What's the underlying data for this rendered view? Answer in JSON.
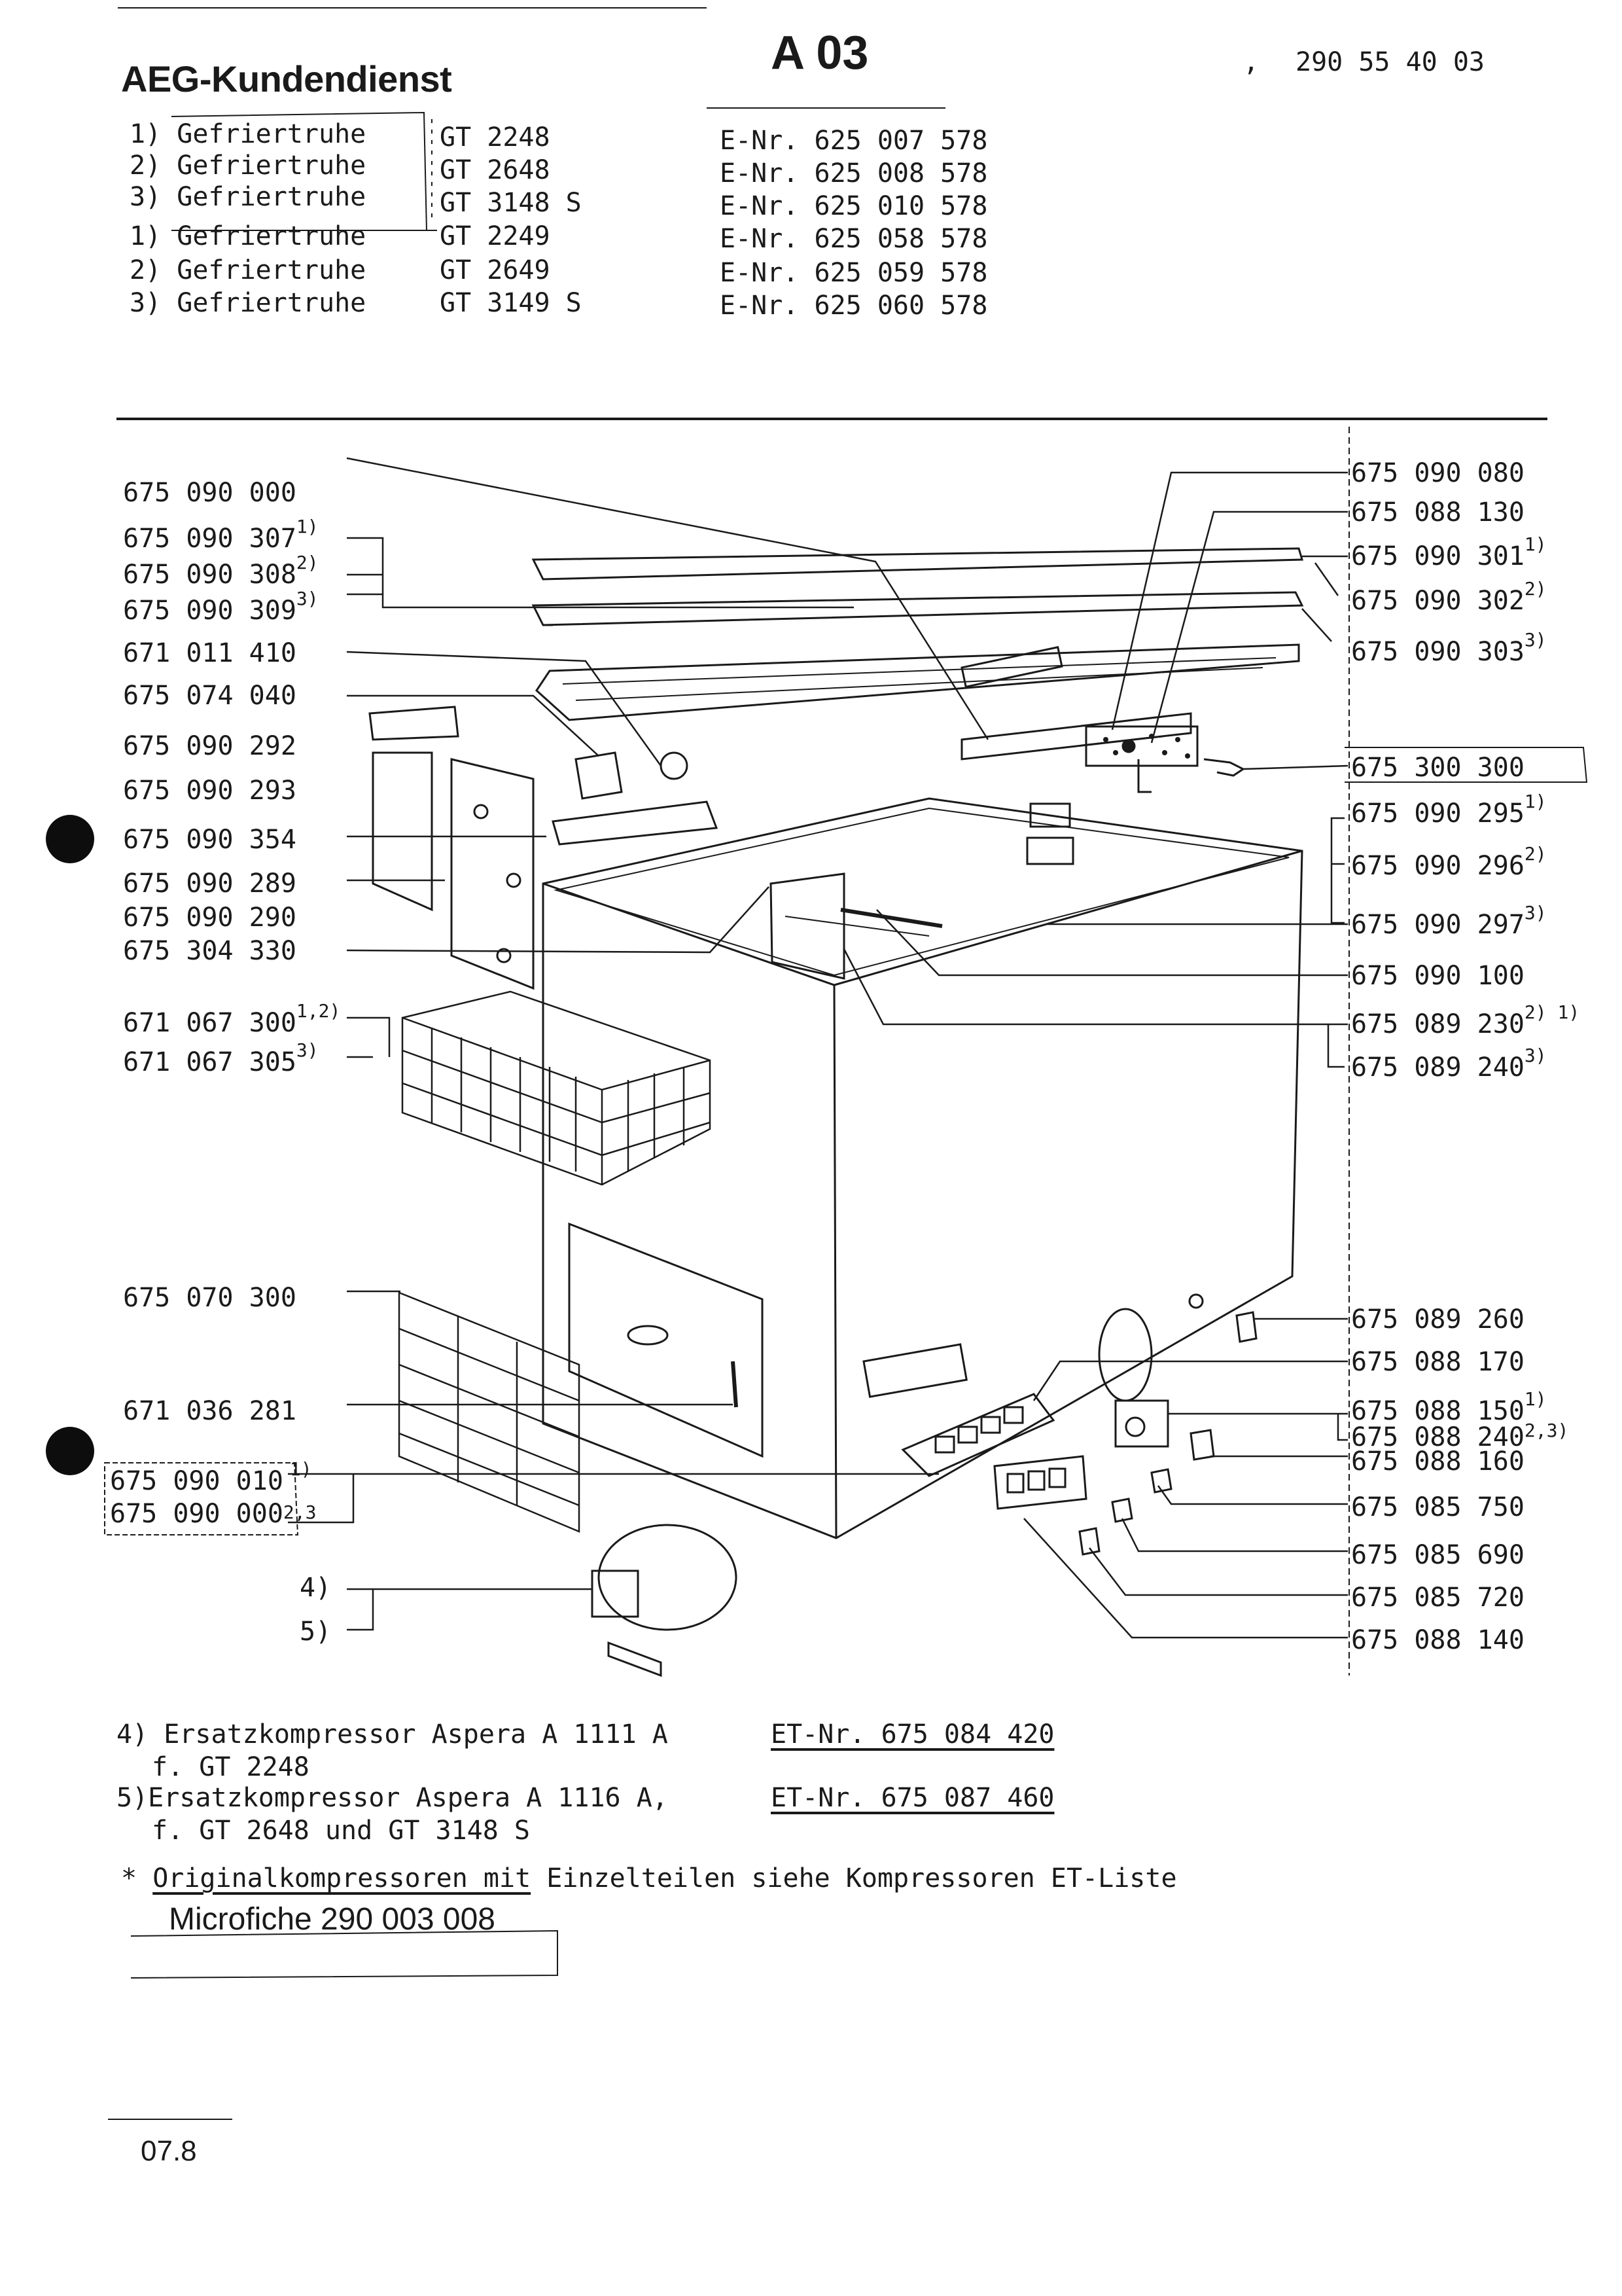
{
  "header": {
    "brand": "AEG-Kundendienst",
    "sheet": "A 03",
    "doc_number": "290 55 40 03"
  },
  "models": [
    {
      "idx": "1)",
      "name": "Gefriertruhe",
      "type": "GT 2248",
      "enr": "E-Nr. 625 007 578"
    },
    {
      "idx": "2)",
      "name": "Gefriertruhe",
      "type": "GT 2648",
      "enr": "E-Nr. 625 008 578"
    },
    {
      "idx": "3)",
      "name": "Gefriertruhe",
      "type": "GT 3148 S",
      "enr": "E-Nr. 625 010 578"
    },
    {
      "idx": "1)",
      "name": "Gefriertruhe",
      "type": "GT 2249",
      "enr": "E-Nr. 625 058 578"
    },
    {
      "idx": "2)",
      "name": "Gefriertruhe",
      "type": "GT 2649",
      "enr": "E-Nr. 625 059 578"
    },
    {
      "idx": "3)",
      "name": "Gefriertruhe",
      "type": "GT 3149 S",
      "enr": "E-Nr. 625 060 578"
    }
  ],
  "parts_left": [
    {
      "num": "675 090 000",
      "sup": ""
    },
    {
      "num": "675 090 307",
      "sup": "1)"
    },
    {
      "num": "675 090 308",
      "sup": "2)"
    },
    {
      "num": "675 090 309",
      "sup": "3)"
    },
    {
      "num": "671 011 410",
      "sup": ""
    },
    {
      "num": "675 074 040",
      "sup": ""
    },
    {
      "num": "675 090 292",
      "sup": ""
    },
    {
      "num": "675 090 293",
      "sup": ""
    },
    {
      "num": "675 090 354",
      "sup": ""
    },
    {
      "num": "675 090 289",
      "sup": ""
    },
    {
      "num": "675 090 290",
      "sup": ""
    },
    {
      "num": "675 304 330",
      "sup": ""
    },
    {
      "num": "671 067 300",
      "sup": "1,2)"
    },
    {
      "num": "671 067 305",
      "sup": "3)"
    },
    {
      "num": "675 070 300",
      "sup": ""
    },
    {
      "num": "671 036 281",
      "sup": ""
    },
    {
      "num": "675 090 010",
      "sup": "1)"
    },
    {
      "num": "675 090 000",
      "sup": "2,3"
    },
    {
      "num": "4)",
      "sup": ""
    },
    {
      "num": "5)",
      "sup": ""
    }
  ],
  "parts_right": [
    {
      "num": "675 090 080",
      "sup": ""
    },
    {
      "num": "675 088 130",
      "sup": ""
    },
    {
      "num": "675 090 301",
      "sup": "1)"
    },
    {
      "num": "675 090 302",
      "sup": "2)"
    },
    {
      "num": "675 090 303",
      "sup": "3)"
    },
    {
      "num": "675 300 300",
      "sup": ""
    },
    {
      "num": "675 090 295",
      "sup": "1)"
    },
    {
      "num": "675 090 296",
      "sup": "2)"
    },
    {
      "num": "675 090 297",
      "sup": "3)"
    },
    {
      "num": "675 090 100",
      "sup": ""
    },
    {
      "num": "675 089 230",
      "sup": "2) 1)"
    },
    {
      "num": "675 089 240",
      "sup": "3)"
    },
    {
      "num": "675 089 260",
      "sup": ""
    },
    {
      "num": "675 088 170",
      "sup": ""
    },
    {
      "num": "675 088 150",
      "sup": "1)"
    },
    {
      "num": "675 088 240",
      "sup": "2,3)"
    },
    {
      "num": "675 088 160",
      "sup": ""
    },
    {
      "num": "675 085 750",
      "sup": ""
    },
    {
      "num": "675 085 690",
      "sup": ""
    },
    {
      "num": "675 085 720",
      "sup": ""
    },
    {
      "num": "675 088 140",
      "sup": ""
    }
  ],
  "notes": {
    "n4_line1": "4) Ersatzkompressor Aspera A 1111 A",
    "n4_line2": "f. GT 2248",
    "n4_et": "ET-Nr. 675 084 420",
    "n5_line1": "5)Ersatzkompressor Aspera A 1116 A,",
    "n5_line2": "f. GT 2648 und GT 3148 S",
    "n5_et": "ET-Nr. 675 087 460",
    "star_mark": "*",
    "star_under": "Originalkompressoren mit",
    "star_rest": "Einzelteilen siehe Kompressoren ET-Liste",
    "microfiche": "Microfiche 290 003 008"
  },
  "footer": {
    "date": "07.8"
  }
}
